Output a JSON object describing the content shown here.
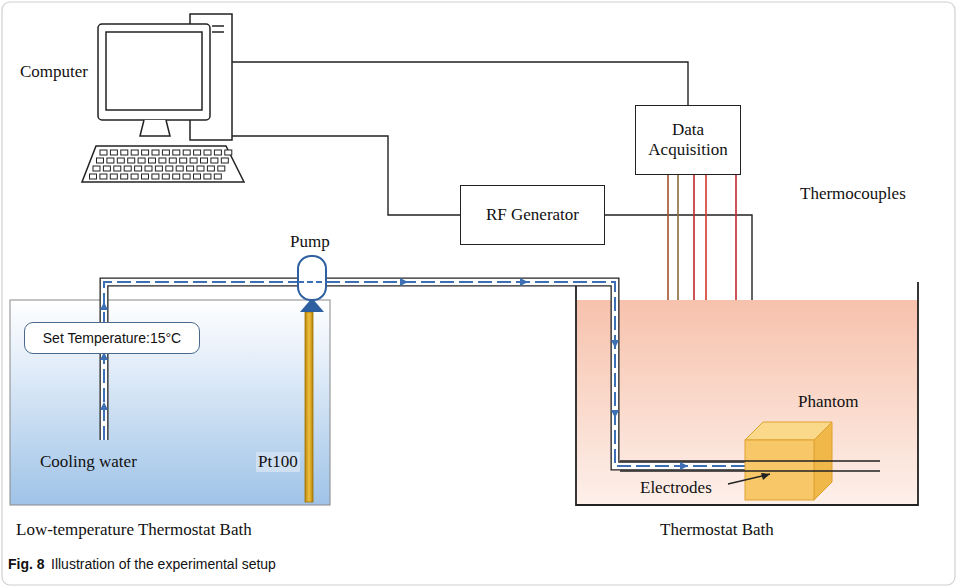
{
  "diagram": {
    "caption": "Illustration of the experimental setup",
    "nodes": [
      {
        "text": [
          "Data Acquisition"
        ]
      },
      {
        "text": [
          "RF Generator"
        ]
      },
      {
        "text": [
          "Set Temperature:15°C"
        ]
      }
    ],
    "labels": [
      "Computer",
      "Pump",
      "Cooling water",
      "Pt100",
      "Thermocouples",
      "Phantom",
      "Electrodes",
      "Low-temperature Thermostat Bath",
      "Thermostat Bath",
      "Fig. 8"
    ]
  }
}
